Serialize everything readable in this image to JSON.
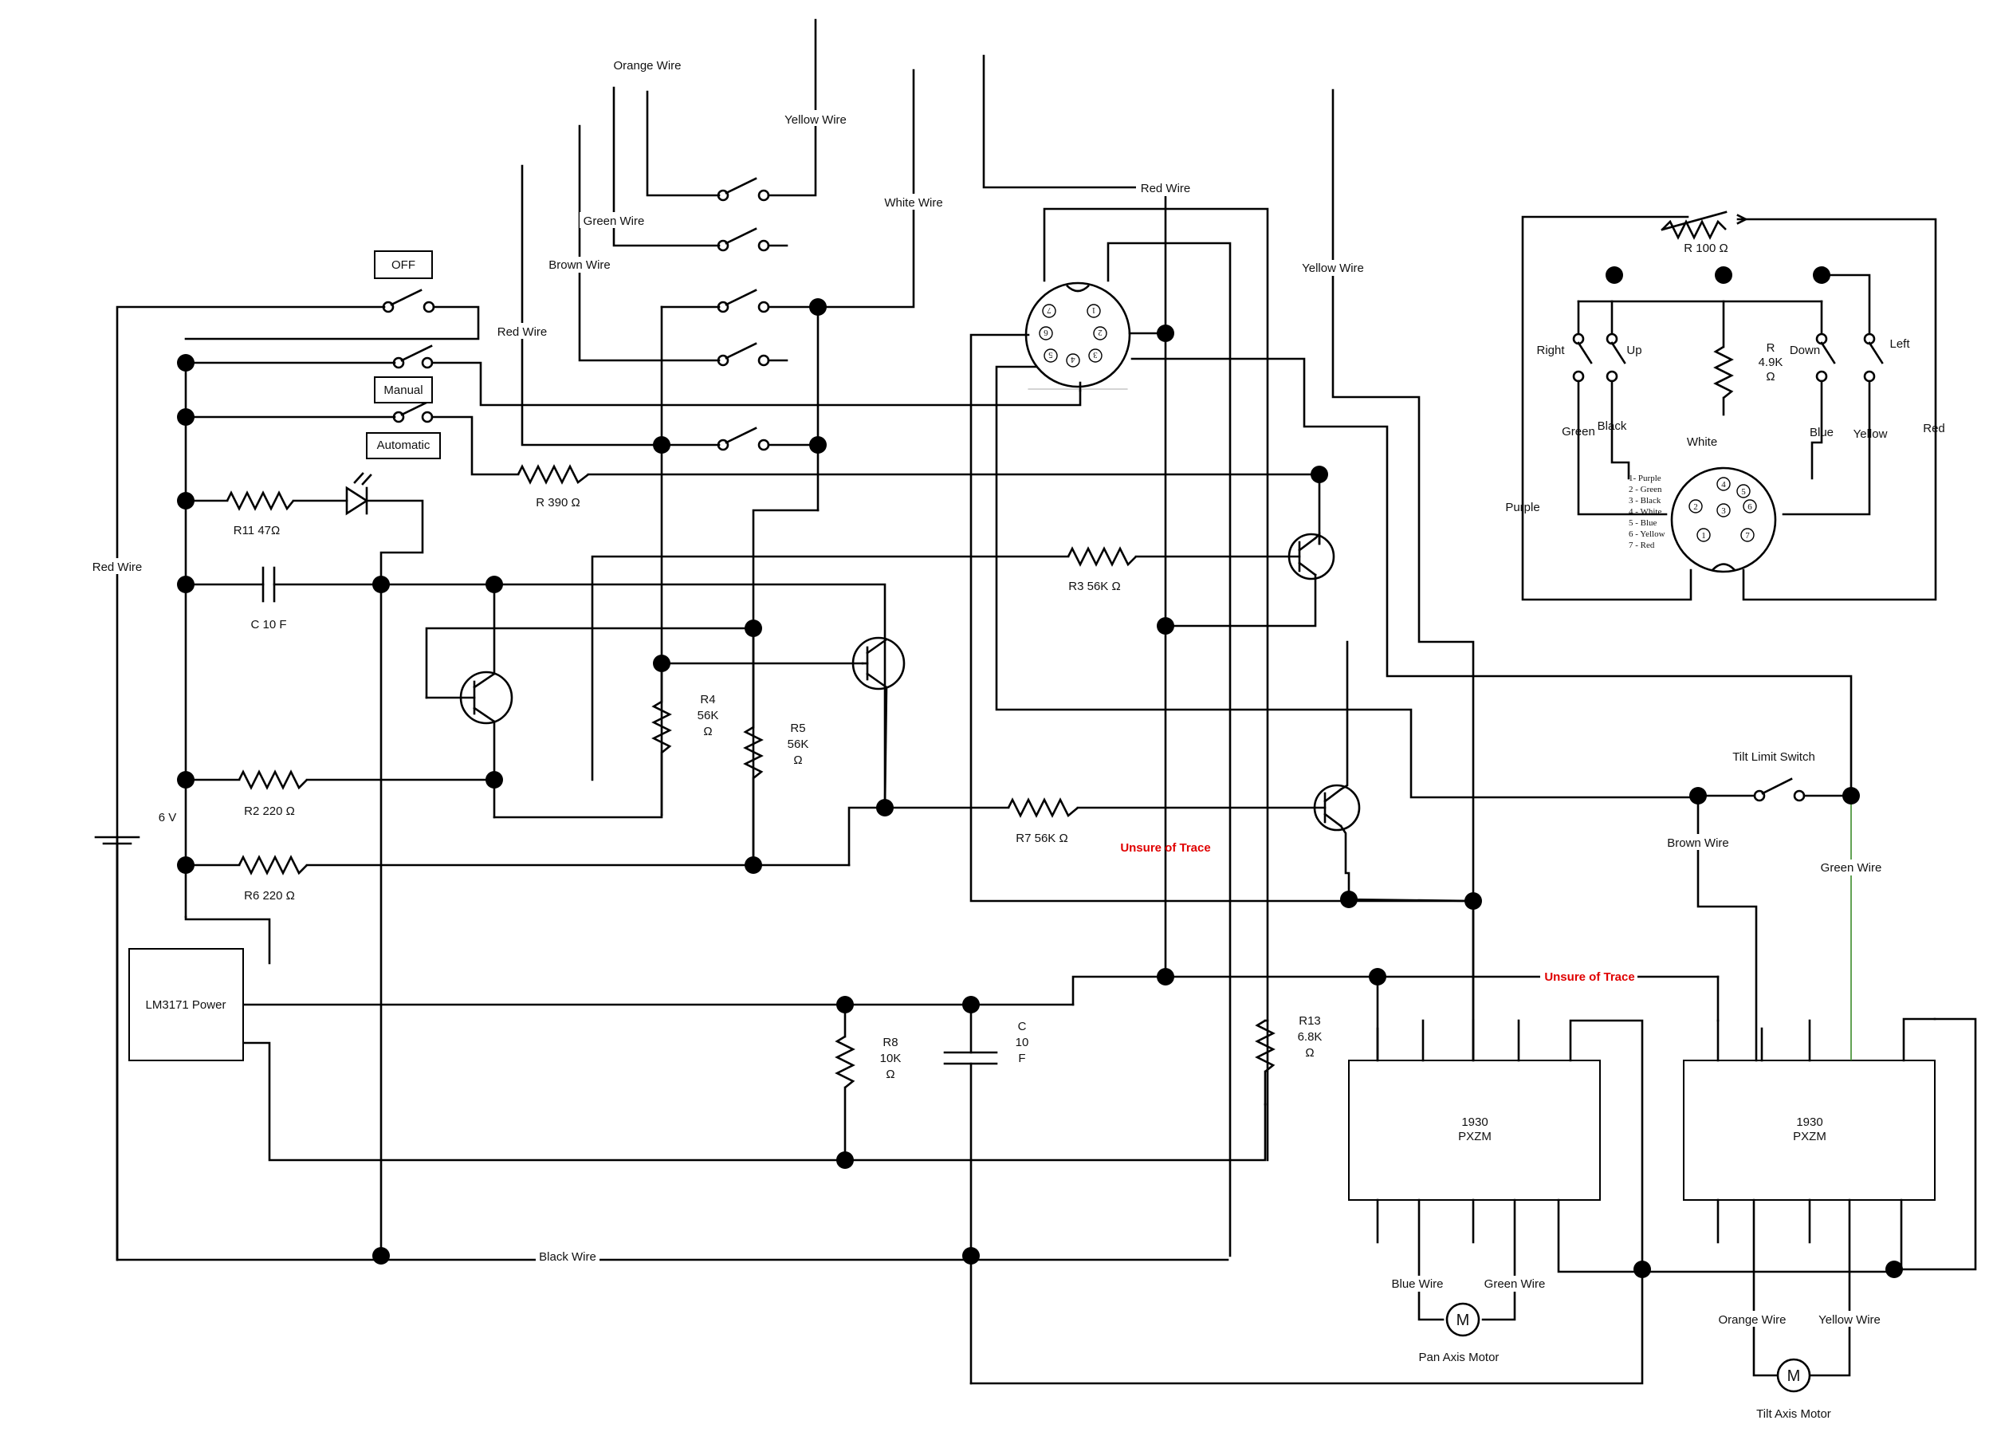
{
  "labels": {
    "off": "OFF",
    "manual": "Manual",
    "automatic": "Automatic",
    "orange_wire_top": "Orange Wire",
    "yellow_wire_top": "Yellow Wire",
    "green_wire_top": "Green Wire",
    "brown_wire_top": "Brown Wire",
    "white_wire_top": "White Wire",
    "red_wire_top": "Red Wire",
    "red_wire_mid": "Red Wire",
    "red_wire_left": "Red Wire",
    "yellow_wire_right": "Yellow Wire",
    "r390": "R 390 Ω",
    "r11": "R11 47Ω",
    "c10_left": "C 10 F",
    "r3": "R3 56K Ω",
    "r4_a": "R4",
    "r4_b": "56K",
    "r4_c": "Ω",
    "r5_a": "R5",
    "r5_b": "56K",
    "r5_c": "Ω",
    "r2": "R2 220 Ω",
    "r6": "R6 220 Ω",
    "r7": "R7 56K Ω",
    "six_v": "6 V",
    "unsure_1": "Unsure of Trace",
    "unsure_2": "Unsure of Trace",
    "lm3171": "LM3171 Power",
    "r8_a": "R8",
    "r8_b": "10K",
    "r8_c": "Ω",
    "c_a": "C",
    "c_b": "10",
    "c_c": "F",
    "r13_a": "R13",
    "r13_b": "6.8K",
    "r13_c": "Ω",
    "black_wire": "Black Wire",
    "pxzm1_a": "1930",
    "pxzm1_b": "PXZM",
    "pxzm2_a": "1930",
    "pxzm2_b": "PXZM",
    "blue_wire": "Blue Wire",
    "green_wire_motor": "Green Wire",
    "pan_axis_motor": "Pan Axis Motor",
    "orange_wire_motor": "Orange Wire",
    "yellow_wire_motor": "Yellow Wire",
    "tilt_axis_motor": "Tilt Axis Motor",
    "tilt_limit_switch": "Tilt Limit Switch",
    "brown_wire_right": "Brown Wire",
    "green_wire_right": "Green Wire",
    "motor_symbol": "M",
    "inset_r100": "R 100 Ω",
    "inset_right": "Right",
    "inset_up": "Up",
    "inset_down": "Down",
    "inset_left": "Left",
    "inset_r49_a": "R",
    "inset_r49_b": "4.9K",
    "inset_r49_c": "Ω",
    "inset_green": "Green",
    "inset_black": "Black",
    "inset_white": "White",
    "inset_blue": "Blue",
    "inset_yellow": "Yellow",
    "inset_red": "Red",
    "inset_purple": "Purple"
  },
  "pin_legend": [
    "1- Purple",
    "2 - Green",
    "3 - Black",
    "4 - White",
    "5 - Blue",
    "6 - Yellow",
    "7 - Red"
  ],
  "main_connector_pins": [
    "7",
    "1",
    "6",
    "2",
    "5",
    "3",
    "4"
  ],
  "inset_connector_pins": [
    "4",
    "5",
    "2",
    "6",
    "1",
    "7",
    "3"
  ],
  "colors": {
    "wire": "#000000",
    "unsure_text": "#e00000",
    "green_wire_line": "#3a8a2a"
  }
}
